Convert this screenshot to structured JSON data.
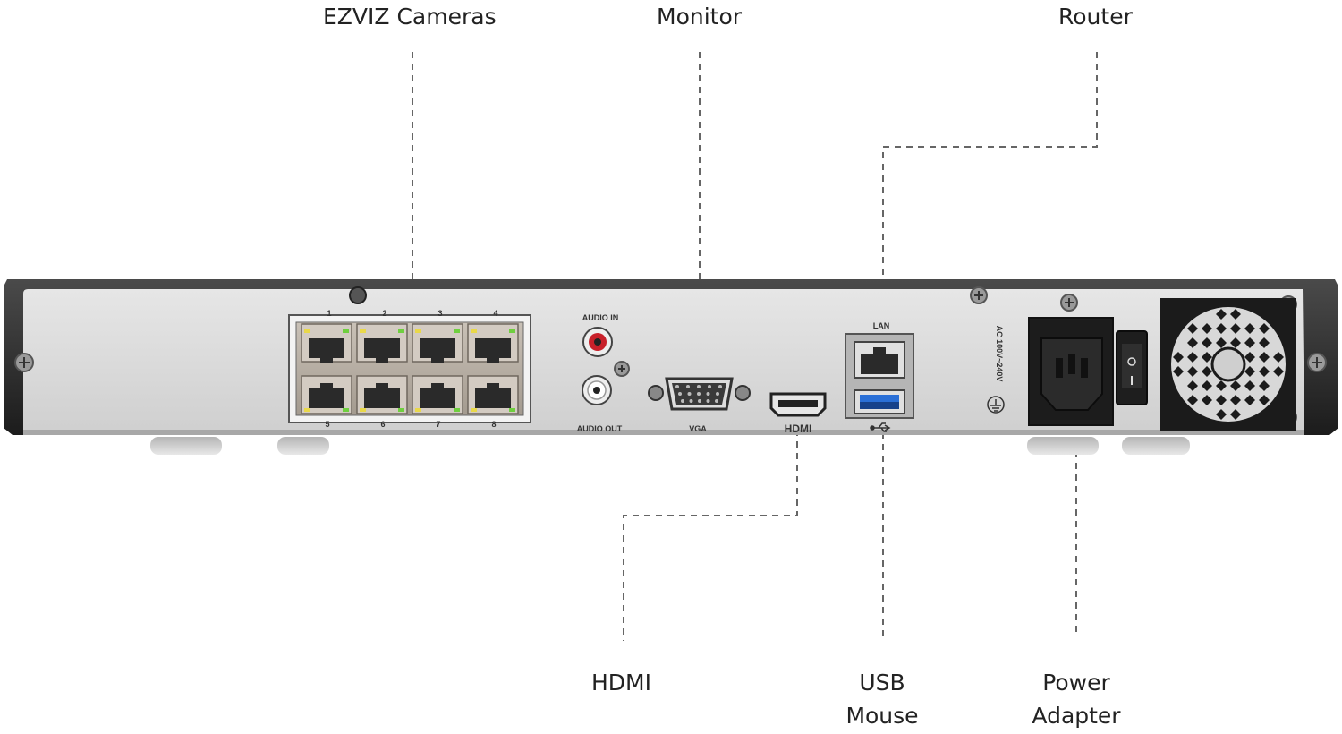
{
  "callouts": {
    "cameras": "EZVIZ Cameras",
    "monitor": "Monitor",
    "router": "Router",
    "hdmi": "HDMI",
    "usb_line1": "USB",
    "usb_line2": "Mouse",
    "power_line1": "Power",
    "power_line2": "Adapter"
  },
  "panel_labels": {
    "audio_in": "AUDIO IN",
    "audio_out": "AUDIO OUT",
    "vga": "VGA",
    "hdmi_logo": "HDMI",
    "lan": "LAN",
    "voltage": "AC 100V~240V",
    "poe_ports_top": [
      "1",
      "2",
      "3",
      "4"
    ],
    "poe_ports_bottom": [
      "5",
      "6",
      "7",
      "8"
    ]
  },
  "colors": {
    "chassis": "#2b2b2b",
    "panel": "#dcdcdc",
    "leader_line": "#666666",
    "usb_blue": "#2a6fd6",
    "led_green": "#6fcf3f",
    "led_yellow": "#e9d84a",
    "rca_red": "#c8202a"
  },
  "icons": [
    "usb-icon",
    "ground-icon",
    "screw-icon",
    "fan-icon",
    "power-switch-icon"
  ]
}
